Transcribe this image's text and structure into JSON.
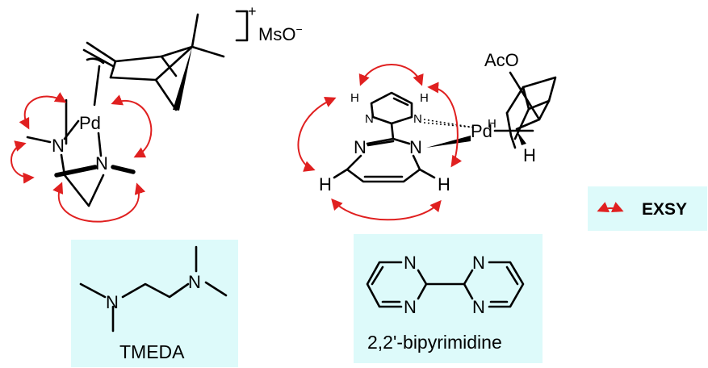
{
  "complex_left": {
    "charge_symbol": "+",
    "counterion": "MsO",
    "counterion_charge": "−",
    "metal": "Pd",
    "nitrogen": "N"
  },
  "complex_right": {
    "metal": "Pd",
    "substituent": "AcO",
    "hydrogen": "H",
    "nitrogen": "N"
  },
  "ligands": [
    {
      "caption": "TMEDA",
      "atom": "N"
    },
    {
      "caption": "2,2'-bipyrimidine",
      "atom": "N"
    }
  ],
  "legend": {
    "label": "EXSY",
    "arrow_color": "#e02020"
  },
  "colors": {
    "panel_bg": "#ddfafa",
    "arrow": "#e02020"
  }
}
